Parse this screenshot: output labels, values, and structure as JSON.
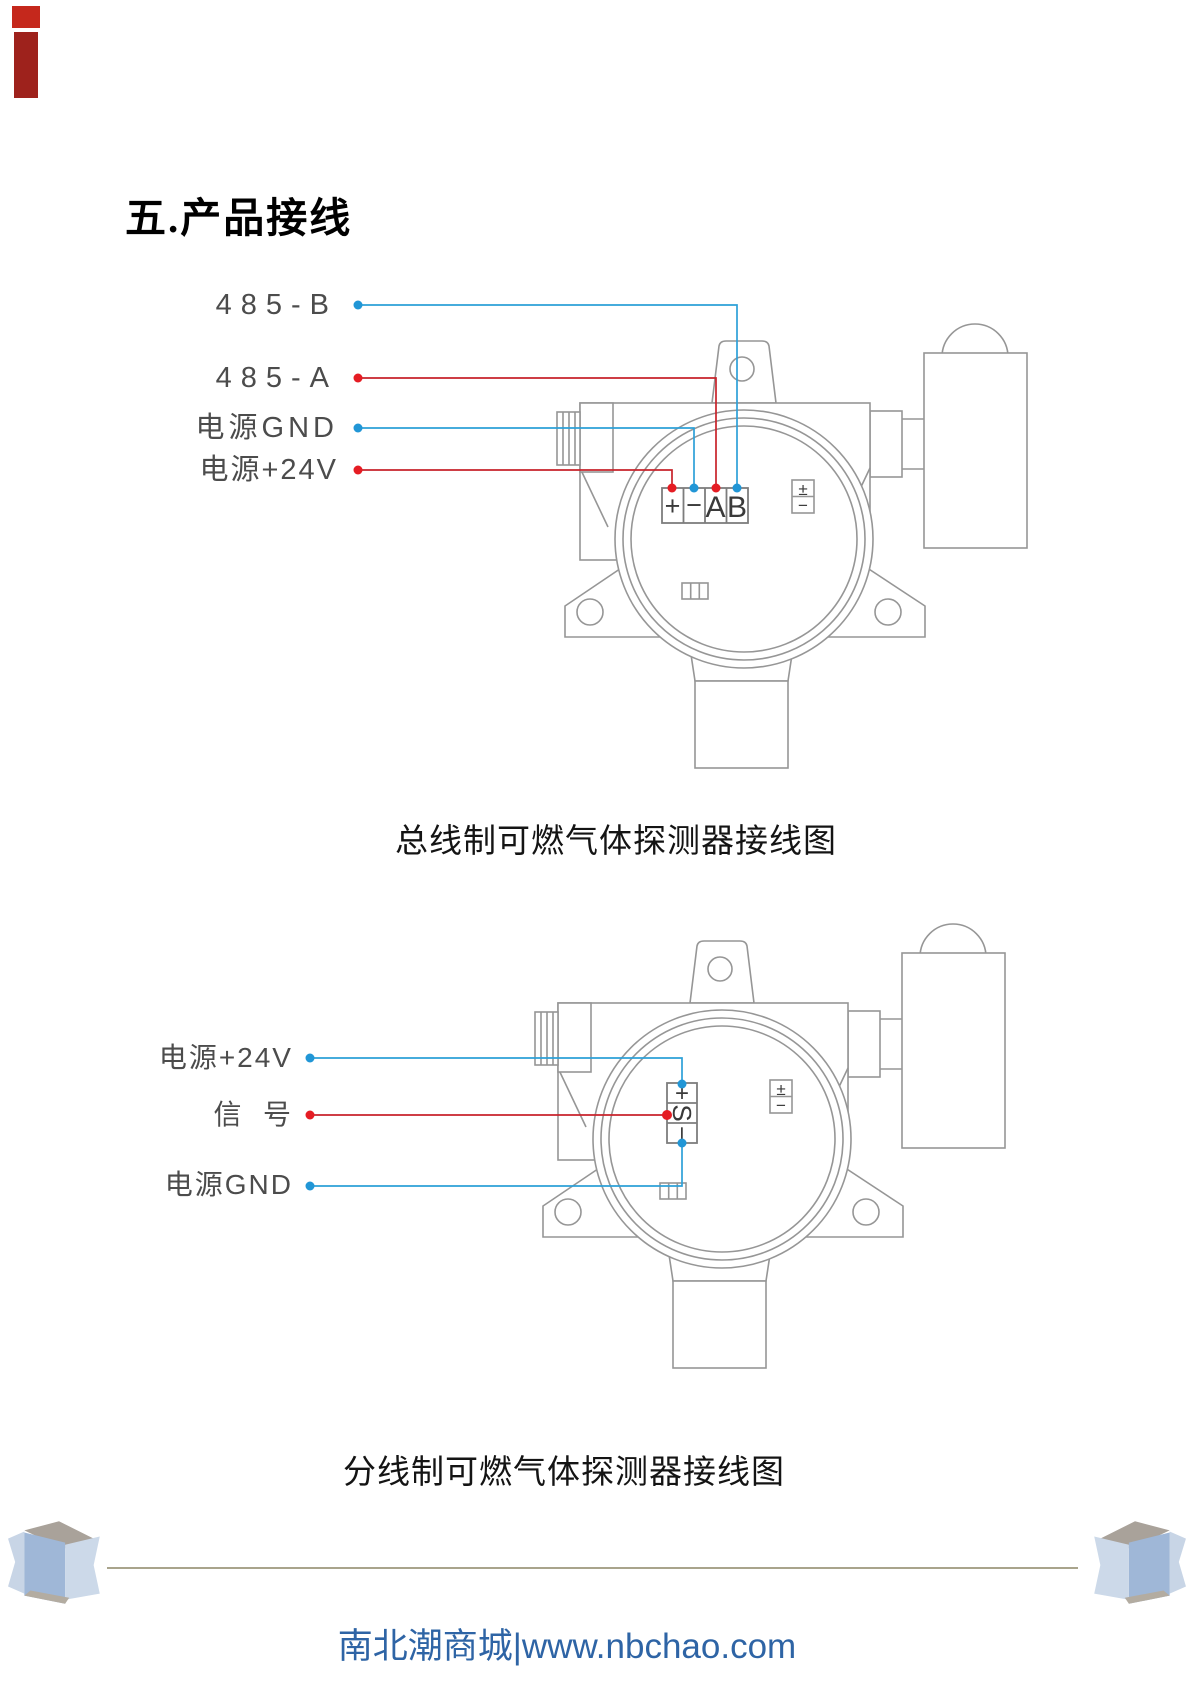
{
  "page_title": "五.产品接线",
  "diagrams": [
    {
      "caption": "总线制可燃气体探测器接线图",
      "wire_labels": [
        "485-B",
        "485-A",
        "电源GND",
        "电源+24V"
      ],
      "terminal_cells": [
        "+",
        "−",
        "A",
        "B"
      ],
      "polarity_box": {
        "top": "±",
        "bottom": "−"
      },
      "connections": [
        {
          "label": "485-B",
          "terminal": "B",
          "wire_color": "#2da0d8"
        },
        {
          "label": "485-A",
          "terminal": "A",
          "wire_color": "#c8232b"
        },
        {
          "label": "电源GND",
          "terminal": "−",
          "wire_color": "#2da0d8"
        },
        {
          "label": "电源+24V",
          "terminal": "+",
          "wire_color": "#c8232b"
        }
      ]
    },
    {
      "caption": "分线制可燃气体探测器接线图",
      "wire_labels": [
        "电源+24V",
        "信  号",
        "电源GND"
      ],
      "terminal_cells": [
        "+",
        "S",
        "−"
      ],
      "polarity_box": {
        "top": "±",
        "bottom": "−"
      },
      "connections": [
        {
          "label": "电源+24V",
          "terminal": "+",
          "wire_color": "#2da0d8"
        },
        {
          "label": "信号",
          "terminal": "S",
          "wire_color": "#c8232b"
        },
        {
          "label": "电源GND",
          "terminal": "−",
          "wire_color": "#2da0d8"
        }
      ]
    }
  ],
  "footer": {
    "site_text": "南北潮商城|www.nbchao.com"
  },
  "colors": {
    "wire_blue": "#2da0d8",
    "wire_red": "#c8232b",
    "dot_blue": "#2196d6",
    "dot_red": "#e51c23",
    "device_line": "#969696",
    "label_text": "#4c4c4c",
    "footer_link": "#2e64a5",
    "divider_rule": "#a9a48c",
    "corner_mark_red": "#c5281c"
  }
}
